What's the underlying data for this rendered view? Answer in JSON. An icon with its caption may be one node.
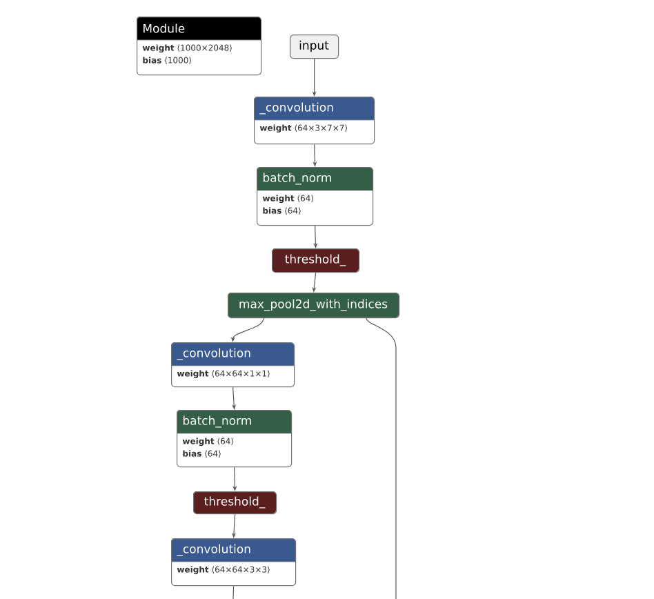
{
  "diagram": {
    "nodes": [
      {
        "text": [
          "Module",
          "**weight** ⟨1000×2048⟩",
          "**bias** ⟨1000⟩"
        ]
      },
      {
        "text": [
          "input"
        ]
      },
      {
        "text": [
          "_convolution",
          "**weight** ⟨64×3×7×7⟩"
        ]
      },
      {
        "text": [
          "batch_norm",
          "**weight** ⟨64⟩",
          "**bias** ⟨64⟩"
        ]
      },
      {
        "text": [
          "threshold_"
        ]
      },
      {
        "text": [
          "max_pool2d_with_indices"
        ]
      },
      {
        "text": [
          "_convolution",
          "**weight** ⟨64×64×1×1⟩"
        ]
      },
      {
        "text": [
          "batch_norm",
          "**weight** ⟨64⟩",
          "**bias** ⟨64⟩"
        ]
      },
      {
        "text": [
          "threshold_"
        ]
      },
      {
        "text": [
          "_convolution",
          "**weight** ⟨64×64×3×3⟩"
        ]
      }
    ],
    "edges": [
      {
        "from": 1,
        "to": 2,
        "arrow": "to"
      },
      {
        "from": 2,
        "to": 3,
        "arrow": "to"
      },
      {
        "from": 3,
        "to": 4,
        "arrow": "to"
      },
      {
        "from": 4,
        "to": 5,
        "arrow": "to"
      },
      {
        "from": 5,
        "to": 6,
        "arrow": "to"
      },
      {
        "from": 6,
        "to": 7,
        "arrow": "to"
      },
      {
        "from": 7,
        "to": 8,
        "arrow": "to"
      },
      {
        "from": 8,
        "to": 9,
        "arrow": "to"
      },
      {
        "from": 9,
        "to": null,
        "arrow": "none"
      },
      {
        "from": 5,
        "to": null,
        "arrow": "none"
      }
    ]
  }
}
